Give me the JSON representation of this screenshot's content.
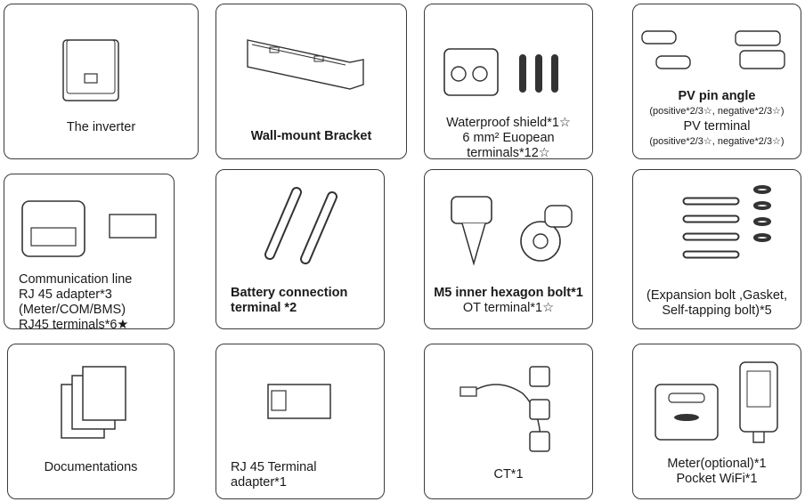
{
  "items": [
    {
      "lines": [
        "The inverter"
      ]
    },
    {
      "lines": [
        "Wall-mount Bracket"
      ]
    },
    {
      "lines": [
        "Waterproof shield*1☆",
        "6 mm² Euopean",
        "terminals*12☆"
      ]
    },
    {
      "lines": [
        "PV pin angle",
        "(positive*2/3☆, negative*2/3☆)",
        "PV terminal",
        "(positive*2/3☆, negative*2/3☆)"
      ]
    },
    {
      "lines": [
        "Communication line",
        "RJ 45 adapter*3",
        "(Meter/COM/BMS)",
        "RJ45 terminals*6★"
      ]
    },
    {
      "lines": [
        "Battery connection",
        "terminal *2"
      ]
    },
    {
      "lines": [
        "M5 inner hexagon bolt*1",
        "OT terminal*1☆"
      ]
    },
    {
      "lines": [
        "(Expansion bolt ,Gasket,",
        "Self-tapping bolt)*5"
      ]
    },
    {
      "lines": [
        "Documentations"
      ]
    },
    {
      "lines": [
        "RJ 45 Terminal",
        "adapter*1"
      ]
    },
    {
      "lines": [
        "CT*1"
      ]
    },
    {
      "lines": [
        "Meter(optional)*1",
        "Pocket WiFi*1"
      ]
    }
  ]
}
